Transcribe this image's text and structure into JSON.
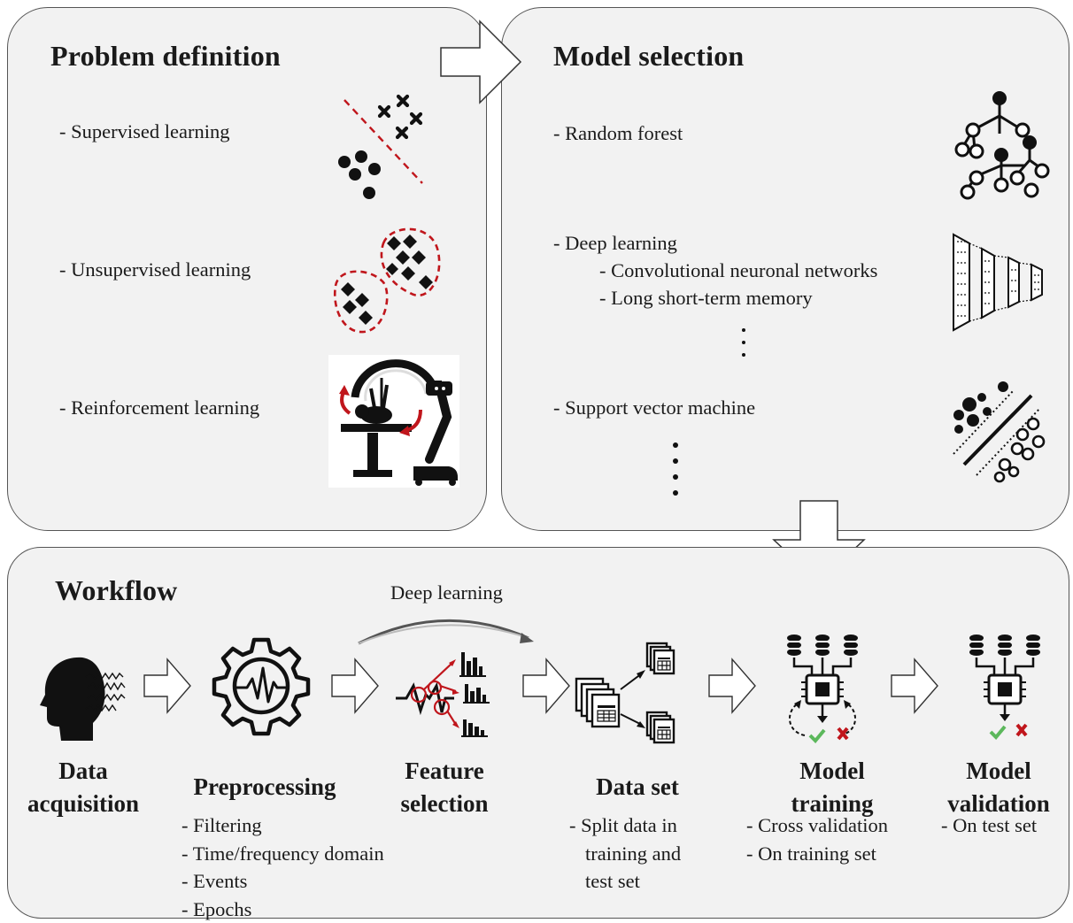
{
  "problem": {
    "title": "Problem definition",
    "items": [
      "- Supervised learning",
      "- Unsupervised learning",
      "- Reinforcement learning"
    ]
  },
  "model": {
    "title": "Model selection",
    "items": [
      "- Random forest",
      "- Deep learning",
      "- Convolutional neuronal networks",
      "- Long short-term memory",
      "- Support vector machine"
    ]
  },
  "workflow": {
    "title": "Workflow",
    "deep_label": "Deep learning",
    "steps": [
      {
        "line1": "Data",
        "line2": "acquisition"
      },
      {
        "line1": "Preprocessing",
        "subs": [
          "- Filtering",
          "- Time/frequency domain",
          "- Events",
          "- Epochs"
        ]
      },
      {
        "line1": "Feature",
        "line2": "selection"
      },
      {
        "line1": "Data set",
        "subs": [
          "- Split data in",
          "training and",
          "test set"
        ]
      },
      {
        "line1": "Model",
        "line2": "training",
        "subs": [
          "- Cross validation",
          "- On training set"
        ]
      },
      {
        "line1": "Model",
        "line2": "validation",
        "subs": [
          "- On test set"
        ]
      }
    ]
  },
  "colors": {
    "panel_bg": "#f2f2f2",
    "accent_red": "#c0161c",
    "check_green": "#5cb85c"
  }
}
